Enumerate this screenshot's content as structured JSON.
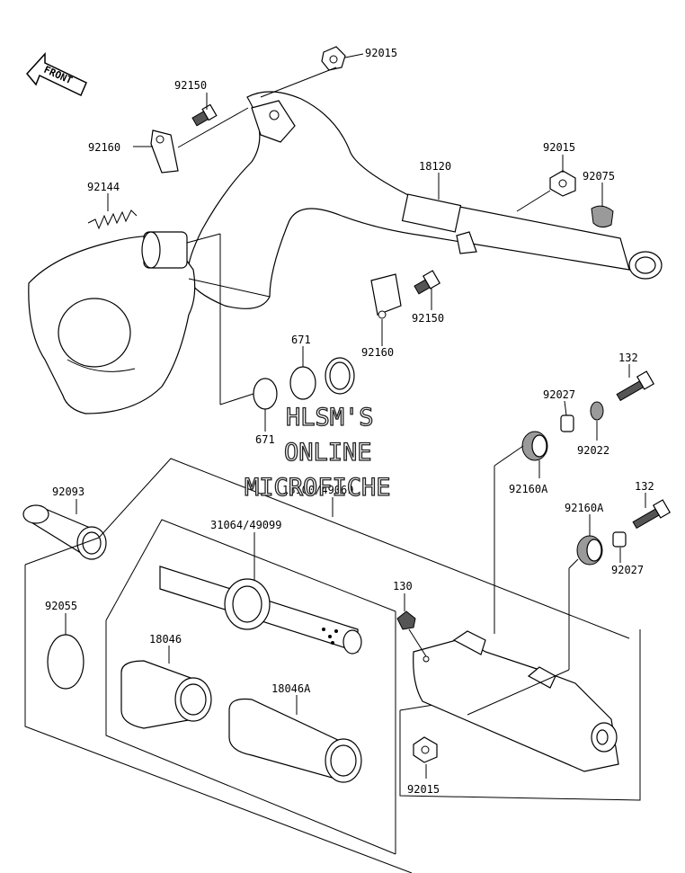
{
  "front_label": "FRONT",
  "watermark": [
    "HLSM'S",
    "ONLINE",
    "MICROFICHE"
  ],
  "callouts": {
    "c92015_top": "92015",
    "c92150_top": "92150",
    "c92160_top": "92160",
    "c92144": "92144",
    "c92015_mid": "92015",
    "c18120": "18120",
    "c92075": "92075",
    "c92150_mid": "92150",
    "c92160_mid": "92160",
    "c671_upper": "671",
    "c671_lower": "671",
    "c132_upper": "132",
    "c92027_upper": "92027",
    "c92022": "92022",
    "c92160A_upper": "92160A",
    "c132_lower": "132",
    "c92160A_lower": "92160A",
    "c92027_lower": "92027",
    "c92093": "92093",
    "c18100": "18100/49069",
    "c31064": "31064/49099",
    "c92055": "92055",
    "c130": "130",
    "c18046": "18046",
    "c18046A": "18046A",
    "c92015_bottom": "92015"
  }
}
